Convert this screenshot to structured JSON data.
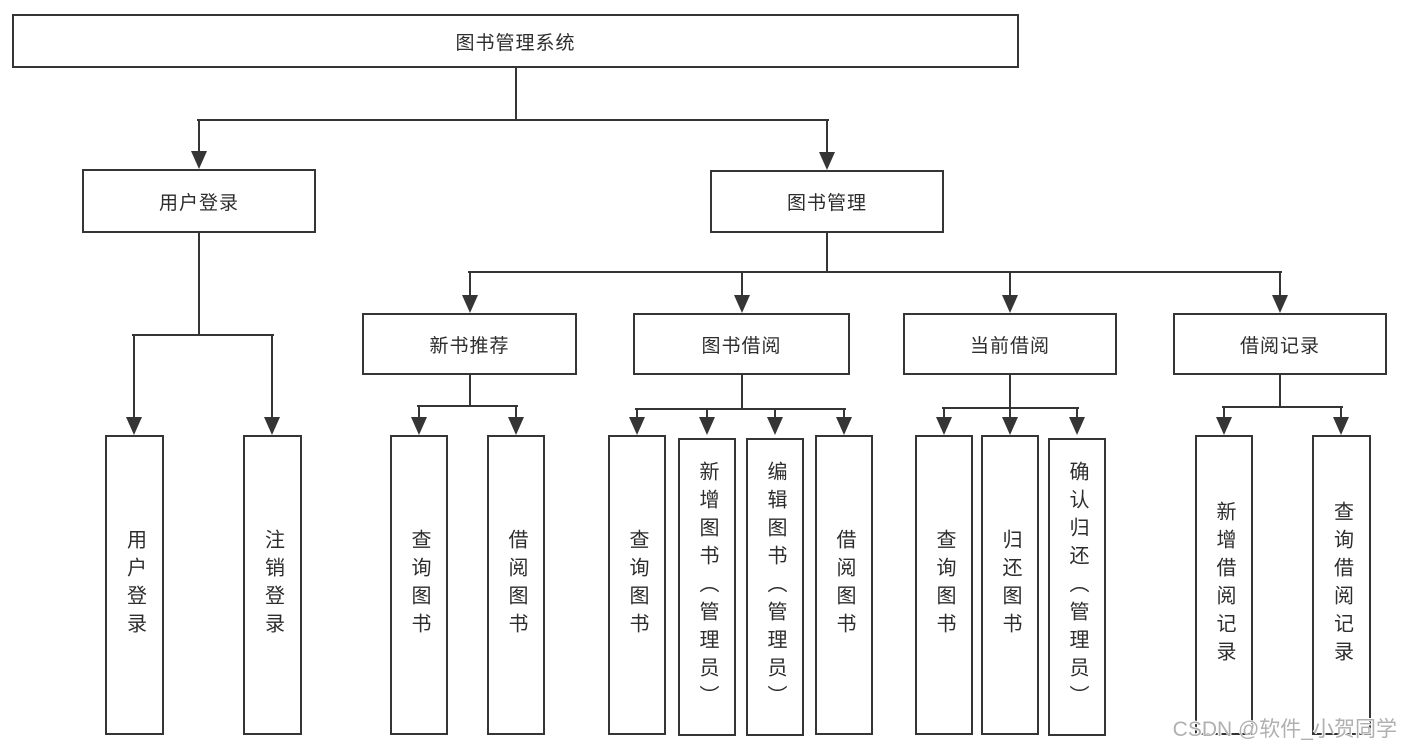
{
  "diagram_title": "图书管理系统",
  "colors": {
    "line": "#353535",
    "box_border": "#353535",
    "box_background": "#ffffff",
    "text": "#2d2d2d",
    "page_background": "#ffffff",
    "watermark": "#b0b0b0"
  },
  "watermark": {
    "text": "CSDN @软件_小贺同学"
  },
  "tree": {
    "label": "图书管理系统",
    "children": [
      {
        "label": "用户登录",
        "children": [
          {
            "label": "用户登录"
          },
          {
            "label": "注销登录"
          }
        ]
      },
      {
        "label": "图书管理",
        "children": [
          {
            "label": "新书推荐",
            "children": [
              {
                "label": "查询图书"
              },
              {
                "label": "借阅图书"
              }
            ]
          },
          {
            "label": "图书借阅",
            "children": [
              {
                "label": "查询图书"
              },
              {
                "label": "新增图书（管理员）"
              },
              {
                "label": "编辑图书（管理员）"
              },
              {
                "label": "借阅图书"
              }
            ]
          },
          {
            "label": "当前借阅",
            "children": [
              {
                "label": "查询图书"
              },
              {
                "label": "归还图书"
              },
              {
                "label": "确认归还（管理员）"
              }
            ]
          },
          {
            "label": "借阅记录",
            "children": [
              {
                "label": "新增借阅记录"
              },
              {
                "label": "查询借阅记录"
              }
            ]
          }
        ]
      }
    ]
  }
}
